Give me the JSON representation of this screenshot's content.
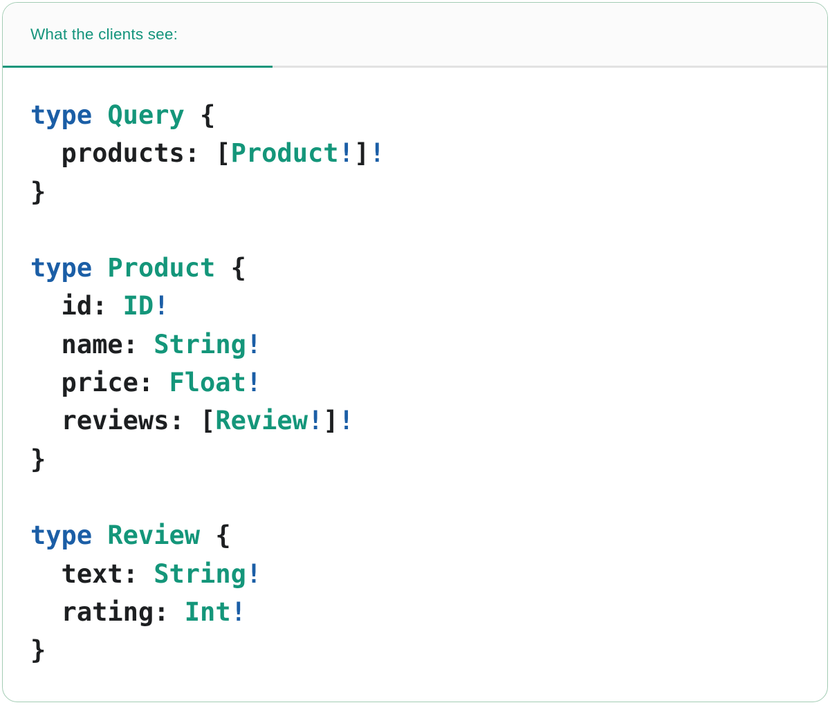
{
  "header": {
    "tab_label": "What the clients see:"
  },
  "colors": {
    "accent": "#14967b",
    "tab-text": "#15947c",
    "keyword": "#1b5ea6",
    "type-name": "#14967a",
    "plain": "#1d1f21",
    "header-bg": "#fbfbfb",
    "header-border": "#e2e2e2",
    "card-border": "#a3ccb4",
    "card-bg": "#ffffff"
  },
  "code": {
    "language": "graphql",
    "lines": [
      {
        "tokens": [
          {
            "t": "type",
            "c": "keyword"
          },
          {
            "t": " ",
            "c": "plain"
          },
          {
            "t": "Query",
            "c": "type"
          },
          {
            "t": " {",
            "c": "plain"
          }
        ]
      },
      {
        "tokens": [
          {
            "t": "  products: [",
            "c": "plain"
          },
          {
            "t": "Product",
            "c": "type"
          },
          {
            "t": "!",
            "c": "keyword"
          },
          {
            "t": "]",
            "c": "plain"
          },
          {
            "t": "!",
            "c": "keyword"
          }
        ]
      },
      {
        "tokens": [
          {
            "t": "}",
            "c": "plain"
          }
        ]
      },
      {
        "tokens": []
      },
      {
        "tokens": [
          {
            "t": "type",
            "c": "keyword"
          },
          {
            "t": " ",
            "c": "plain"
          },
          {
            "t": "Product",
            "c": "type"
          },
          {
            "t": " {",
            "c": "plain"
          }
        ]
      },
      {
        "tokens": [
          {
            "t": "  id: ",
            "c": "plain"
          },
          {
            "t": "ID",
            "c": "type"
          },
          {
            "t": "!",
            "c": "keyword"
          }
        ]
      },
      {
        "tokens": [
          {
            "t": "  name: ",
            "c": "plain"
          },
          {
            "t": "String",
            "c": "type"
          },
          {
            "t": "!",
            "c": "keyword"
          }
        ]
      },
      {
        "tokens": [
          {
            "t": "  price: ",
            "c": "plain"
          },
          {
            "t": "Float",
            "c": "type"
          },
          {
            "t": "!",
            "c": "keyword"
          }
        ]
      },
      {
        "tokens": [
          {
            "t": "  reviews: [",
            "c": "plain"
          },
          {
            "t": "Review",
            "c": "type"
          },
          {
            "t": "!",
            "c": "keyword"
          },
          {
            "t": "]",
            "c": "plain"
          },
          {
            "t": "!",
            "c": "keyword"
          }
        ]
      },
      {
        "tokens": [
          {
            "t": "}",
            "c": "plain"
          }
        ]
      },
      {
        "tokens": []
      },
      {
        "tokens": [
          {
            "t": "type",
            "c": "keyword"
          },
          {
            "t": " ",
            "c": "plain"
          },
          {
            "t": "Review",
            "c": "type"
          },
          {
            "t": " {",
            "c": "plain"
          }
        ]
      },
      {
        "tokens": [
          {
            "t": "  text: ",
            "c": "plain"
          },
          {
            "t": "String",
            "c": "type"
          },
          {
            "t": "!",
            "c": "keyword"
          }
        ]
      },
      {
        "tokens": [
          {
            "t": "  rating: ",
            "c": "plain"
          },
          {
            "t": "Int",
            "c": "type"
          },
          {
            "t": "!",
            "c": "keyword"
          }
        ]
      },
      {
        "tokens": [
          {
            "t": "}",
            "c": "plain"
          }
        ]
      }
    ]
  }
}
